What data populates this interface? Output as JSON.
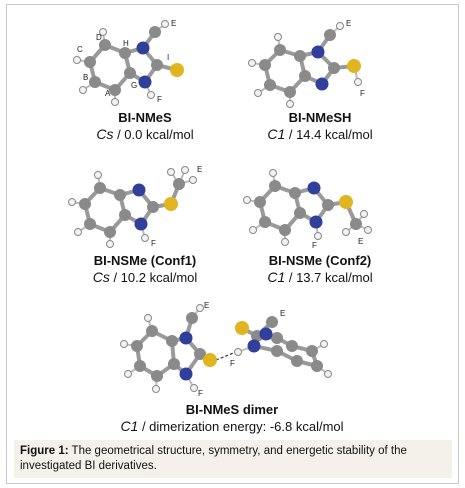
{
  "molecules": [
    {
      "name": "BI-NMeS",
      "symmetry": "Cs",
      "energy": " / 0.0 kcal/mol"
    },
    {
      "name": "BI-NMeSH",
      "symmetry": "C1",
      "energy": " / 14.4 kcal/mol"
    },
    {
      "name": "BI-NSMe (Conf1)",
      "symmetry": "Cs",
      "energy": " / 10.2 kcal/mol"
    },
    {
      "name": "BI-NSMe (Conf2)",
      "symmetry": "C1",
      "energy": " / 13.7 kcal/mol"
    },
    {
      "name": "BI-NMeS dimer",
      "symmetry": "C1",
      "energy": " / dimerization energy: -6.8 kcal/mol"
    }
  ],
  "atom_labels": {
    "A": "A",
    "B": "B",
    "C": "C",
    "D": "D",
    "E": "E",
    "F": "F",
    "G": "G",
    "H": "H",
    "I": "I"
  },
  "caption": {
    "label": "Figure 1:",
    "text": " The geometrical structure, symmetry, and energetic stability of the investigated BI derivatives."
  },
  "colors": {
    "carbon": "#8a8a8a",
    "nitrogen": "#2f3f9a",
    "sulfur": "#e0b520",
    "hydrogen": "#f2f2f2",
    "caption_bg": "#f3f1ea"
  }
}
